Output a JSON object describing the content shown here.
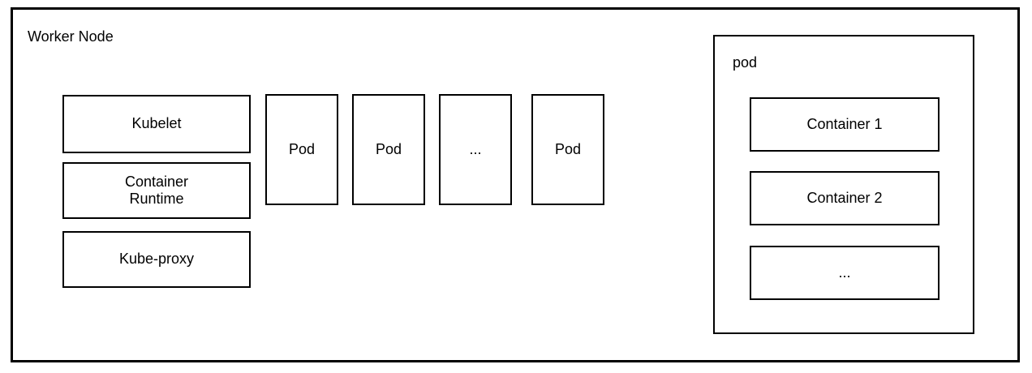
{
  "diagram": {
    "title": "Worker Node",
    "node_components": [
      {
        "label": "Kubelet"
      },
      {
        "label": "Container\nRuntime"
      },
      {
        "label": "Kube-proxy"
      }
    ],
    "pods": [
      {
        "label": "Pod"
      },
      {
        "label": "Pod"
      },
      {
        "label": "..."
      },
      {
        "label": "Pod"
      }
    ],
    "pod_detail": {
      "label": "pod",
      "containers": [
        {
          "label": "Container 1"
        },
        {
          "label": "Container 2"
        },
        {
          "label": "..."
        }
      ]
    },
    "connectors": [
      {
        "name": "pod-detail-top-connector",
        "style": "dashed",
        "from": "pod-4-top-right",
        "to": "pod-detail-top-left"
      },
      {
        "name": "pod-detail-bottom-connector",
        "style": "dashed",
        "from": "pod-4-bottom-right",
        "to": "pod-detail-bottom-left"
      }
    ],
    "colors": {
      "stroke": "#000000",
      "fill": "#ffffff",
      "text": "#000000"
    }
  }
}
